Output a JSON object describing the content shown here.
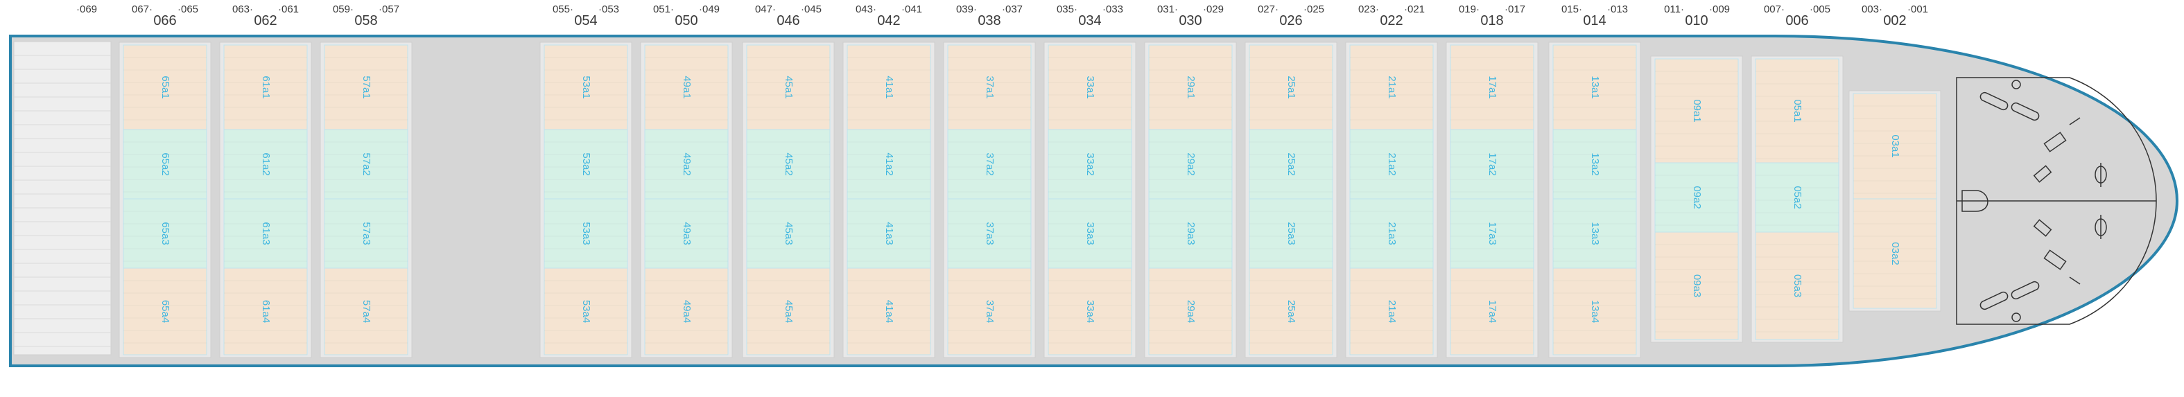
{
  "colors": {
    "hull_outline": "#2a84ac",
    "deck": "#d6d6d6",
    "hold_cover": "#f5e4d2",
    "hold_cover_green": "#d6f1e6",
    "cell_text": "#3fb6e0",
    "label_text": "#3a3a3a",
    "stern_panel": "#eeeeee"
  },
  "stern_label": "·069",
  "bays": [
    {
      "pair": "067·",
      "pair_r": "·065",
      "main": "066",
      "cells": [
        "65a1",
        "65a2",
        "65a3",
        "65a4"
      ]
    },
    {
      "pair": "063·",
      "pair_r": "·061",
      "main": "062",
      "cells": [
        "61a1",
        "61a2",
        "61a3",
        "61a4"
      ]
    },
    {
      "pair": "059·",
      "pair_r": "·057",
      "main": "058",
      "cells": [
        "57a1",
        "57a2",
        "57a3",
        "57a4"
      ]
    },
    {
      "pair": "055·",
      "pair_r": "·053",
      "main": "054",
      "cells": [
        "53a1",
        "53a2",
        "53a3",
        "53a4"
      ]
    },
    {
      "pair": "051·",
      "pair_r": "·049",
      "main": "050",
      "cells": [
        "49a1",
        "49a2",
        "49a3",
        "49a4"
      ]
    },
    {
      "pair": "047·",
      "pair_r": "·045",
      "main": "046",
      "cells": [
        "45a1",
        "45a2",
        "45a3",
        "45a4"
      ]
    },
    {
      "pair": "043·",
      "pair_r": "·041",
      "main": "042",
      "cells": [
        "41a1",
        "41a2",
        "41a3",
        "41a4"
      ]
    },
    {
      "pair": "039·",
      "pair_r": "·037",
      "main": "038",
      "cells": [
        "37a1",
        "37a2",
        "37a3",
        "37a4"
      ]
    },
    {
      "pair": "035·",
      "pair_r": "·033",
      "main": "034",
      "cells": [
        "33a1",
        "33a2",
        "33a3",
        "33a4"
      ]
    },
    {
      "pair": "031·",
      "pair_r": "·029",
      "main": "030",
      "cells": [
        "29a1",
        "29a2",
        "29a3",
        "29a4"
      ]
    },
    {
      "pair": "027·",
      "pair_r": "·025",
      "main": "026",
      "cells": [
        "25a1",
        "25a2",
        "25a3",
        "25a4"
      ]
    },
    {
      "pair": "023·",
      "pair_r": "·021",
      "main": "022",
      "cells": [
        "21a1",
        "21a2",
        "21a3",
        "21a4"
      ]
    },
    {
      "pair": "019·",
      "pair_r": "·017",
      "main": "018",
      "cells": [
        "17a1",
        "17a2",
        "17a3",
        "17a4"
      ]
    },
    {
      "pair": "015·",
      "pair_r": "·013",
      "main": "014",
      "cells": [
        "13a1",
        "13a2",
        "13a3",
        "13a4"
      ]
    },
    {
      "pair": "011·",
      "pair_r": "·009",
      "main": "010",
      "cells": [
        "09a1",
        "09a2",
        "09a3"
      ]
    },
    {
      "pair": "007·",
      "pair_r": "·005",
      "main": "006",
      "cells": [
        "05a1",
        "05a2",
        "05a3"
      ]
    },
    {
      "pair": "003·",
      "pair_r": "·001",
      "main": "002",
      "cells": [
        "03a1",
        "03a2"
      ]
    }
  ]
}
